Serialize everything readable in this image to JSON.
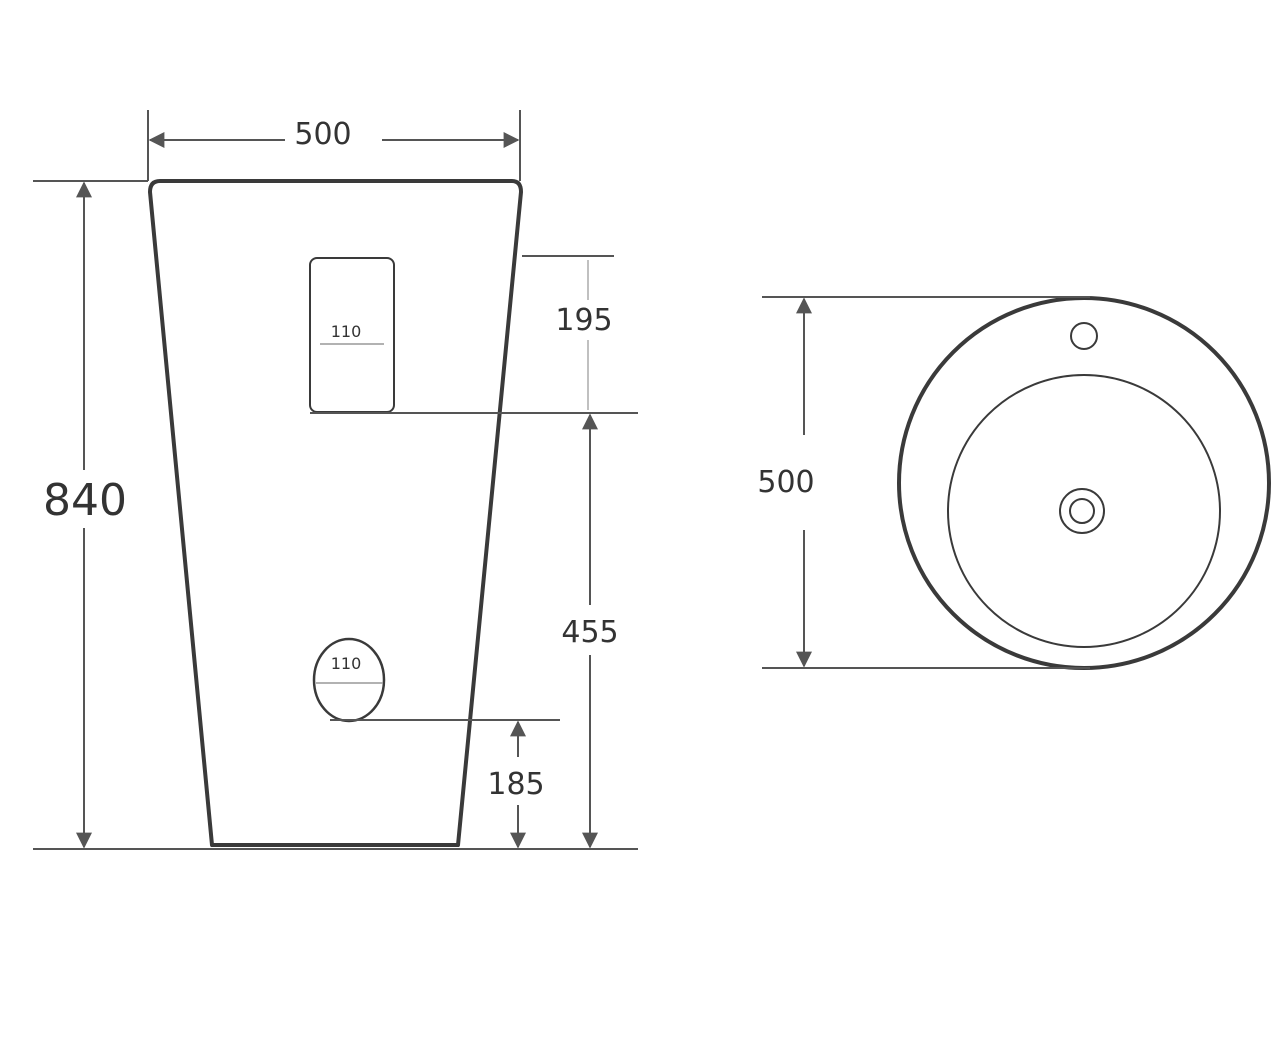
{
  "front_view": {
    "width_label": "500",
    "height_label": "840",
    "top_inlet_offset_label": "195",
    "outlet_to_inlet_label": "455",
    "outlet_height_label": "185",
    "rect_opening_label": "110",
    "round_opening_label": "110"
  },
  "top_view": {
    "diameter_label": "500"
  },
  "colors": {
    "stroke": "#3a3a3a",
    "dim_line": "#555555",
    "thin_line": "#999999",
    "text": "#333333"
  }
}
